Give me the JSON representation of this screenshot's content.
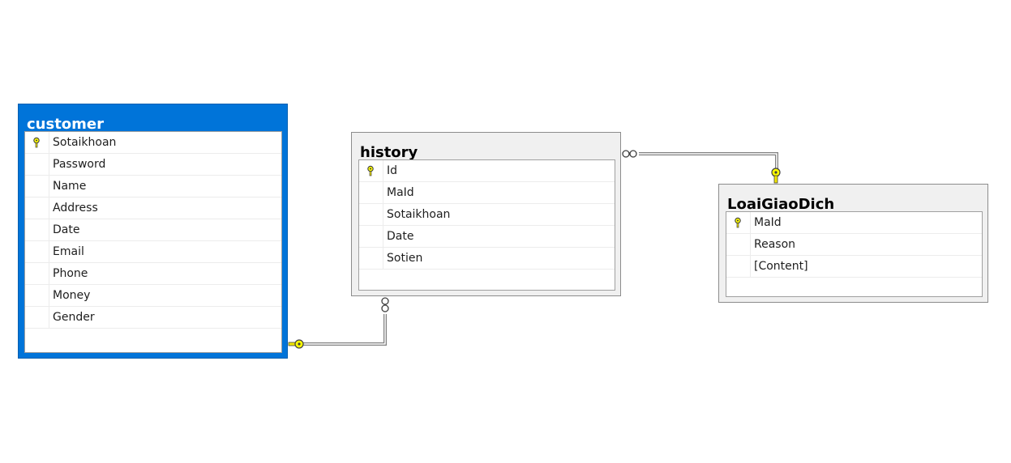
{
  "diagram": {
    "tables": [
      {
        "id": "customer",
        "name": "customer",
        "selected": true,
        "columns": [
          {
            "name": "Sotaikhoan",
            "primary_key": true
          },
          {
            "name": "Password",
            "primary_key": false
          },
          {
            "name": "Name",
            "primary_key": false
          },
          {
            "name": "Address",
            "primary_key": false
          },
          {
            "name": "Date",
            "primary_key": false
          },
          {
            "name": "Email",
            "primary_key": false
          },
          {
            "name": "Phone",
            "primary_key": false
          },
          {
            "name": "Money",
            "primary_key": false
          },
          {
            "name": "Gender",
            "primary_key": false
          }
        ]
      },
      {
        "id": "history",
        "name": "history",
        "selected": false,
        "columns": [
          {
            "name": "Id",
            "primary_key": true
          },
          {
            "name": "MaId",
            "primary_key": false
          },
          {
            "name": "Sotaikhoan",
            "primary_key": false
          },
          {
            "name": "Date",
            "primary_key": false
          },
          {
            "name": "Sotien",
            "primary_key": false
          }
        ]
      },
      {
        "id": "loaigiaodich",
        "name": "LoaiGiaoDich",
        "selected": false,
        "columns": [
          {
            "name": "MaId",
            "primary_key": true
          },
          {
            "name": "Reason",
            "primary_key": false
          },
          {
            "name": "[Content]",
            "primary_key": false
          }
        ]
      }
    ],
    "relationships": [
      {
        "from": "customer",
        "to": "history",
        "from_end": "key-icon",
        "to_end": "infinity-icon"
      },
      {
        "from": "loaigiaodich",
        "to": "history",
        "from_end": "key-icon",
        "to_end": "infinity-icon"
      }
    ],
    "colors": {
      "selected_header": "#0074d9",
      "table_header": "#f0f0f0",
      "key_icon": "#ffff00",
      "connector": "#808080"
    }
  }
}
